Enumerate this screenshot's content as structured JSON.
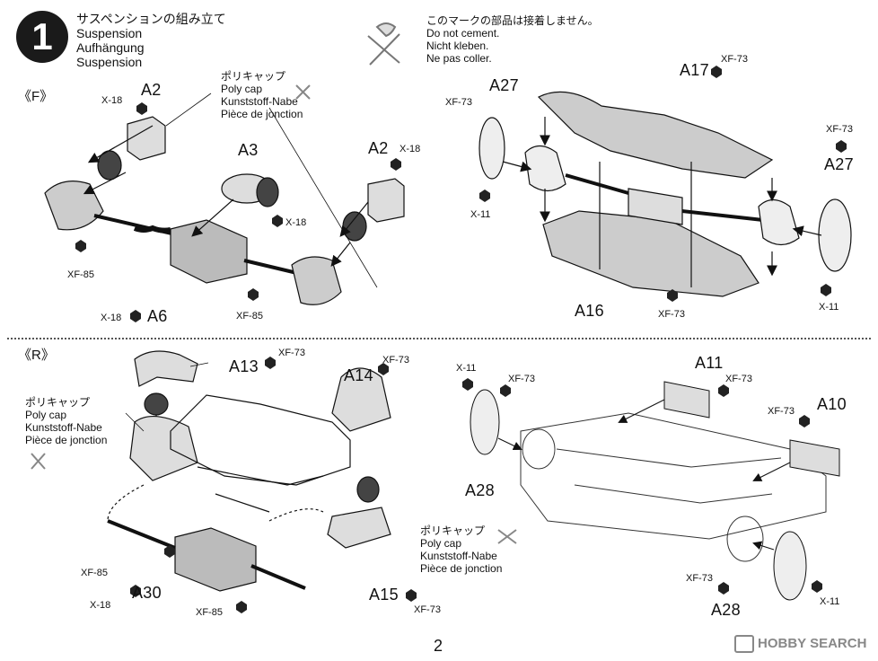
{
  "step": {
    "number": "1",
    "title_jp": "サスペンションの組み立て",
    "title_lines": [
      "Suspension",
      "Aufhängung",
      "Suspension"
    ]
  },
  "note": {
    "jp": "このマークの部品は接着しません。",
    "lines": [
      "Do not cement.",
      "Nicht kleben.",
      "Ne pas coller."
    ]
  },
  "poly_cap": {
    "jp": "ポリキャップ",
    "lines": [
      "Poly cap",
      "Kunststoff-Nabe",
      "Pièce de jonction"
    ]
  },
  "sections": {
    "front": "《F》",
    "rear": "《R》"
  },
  "parts": {
    "A2_left": "A2",
    "A2_right": "A2",
    "A3": "A3",
    "A6": "A6",
    "A27_left": "A27",
    "A27_right": "A27",
    "A17": "A17",
    "A16": "A16",
    "A13": "A13",
    "A14": "A14",
    "A15": "A15",
    "A30": "A30",
    "A11": "A11",
    "A10": "A10",
    "A28_top": "A28",
    "A28_bottom": "A28"
  },
  "paints": {
    "x18_a2l": "X-18",
    "x18_a2r": "X-18",
    "x18_a3": "X-18",
    "x18_a6": "X-18",
    "xf85_front_left": "XF-85",
    "xf85_front_mid": "XF-85",
    "xf73_a27l": "XF-73",
    "x11_a27l": "X-11",
    "xf73_a17": "XF-73",
    "xf73_a27r": "XF-73",
    "x11_a27r": "X-11",
    "xf73_a16": "XF-73",
    "xf73_a13": "XF-73",
    "xf73_a14": "XF-73",
    "xf73_a15": "XF-73",
    "xf85_rear_left": "XF-85",
    "x18_a30": "X-18",
    "xf85_rear_mid": "XF-85",
    "x11_a28t": "X-11",
    "xf73_a28t": "XF-73",
    "xf73_a11": "XF-73",
    "xf73_a10": "XF-73",
    "xf73_a28b": "XF-73",
    "x11_a28b": "X-11"
  },
  "page_number": "2",
  "watermark": "HOBBY SEARCH"
}
